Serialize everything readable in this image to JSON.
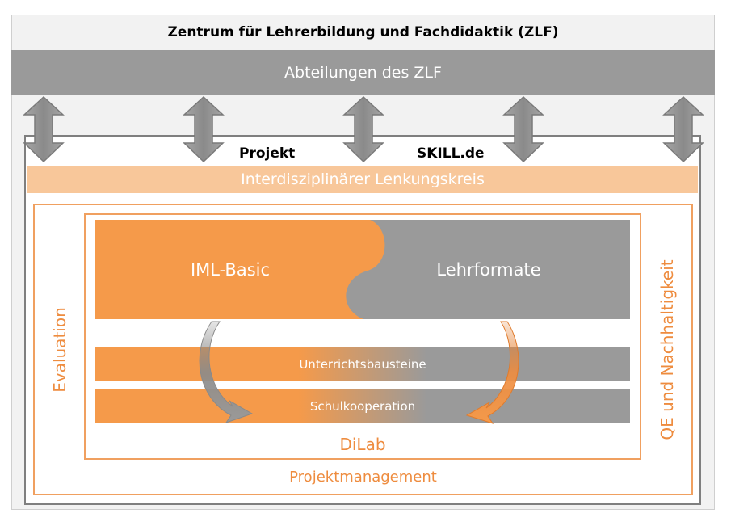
{
  "title": "Zentrum für Lehrerbildung und Fachdidaktik (ZLF)",
  "abteilungen": "Abteilungen des ZLF",
  "projekt_word": "Projekt",
  "skill_word": "SKILL.de",
  "lenkungskreis": "Interdisziplinärer Lenkungskreis",
  "evaluation": "Evaluation",
  "qe": "QE und Nachhaltigkeit",
  "iml_basic": "IML-Basic",
  "lehrformate": "Lehrformate",
  "unterrichtsbausteine": "Unterrichtsbausteine",
  "schulkooperation": "Schulkooperation",
  "dilab": "DiLab",
  "projektmanagement": "Projektmanagement",
  "colors": {
    "orange": "#f59a4a",
    "gray": "#9a9a9a",
    "light_orange": "#f8c79a",
    "frame_orange": "#f0a060"
  }
}
